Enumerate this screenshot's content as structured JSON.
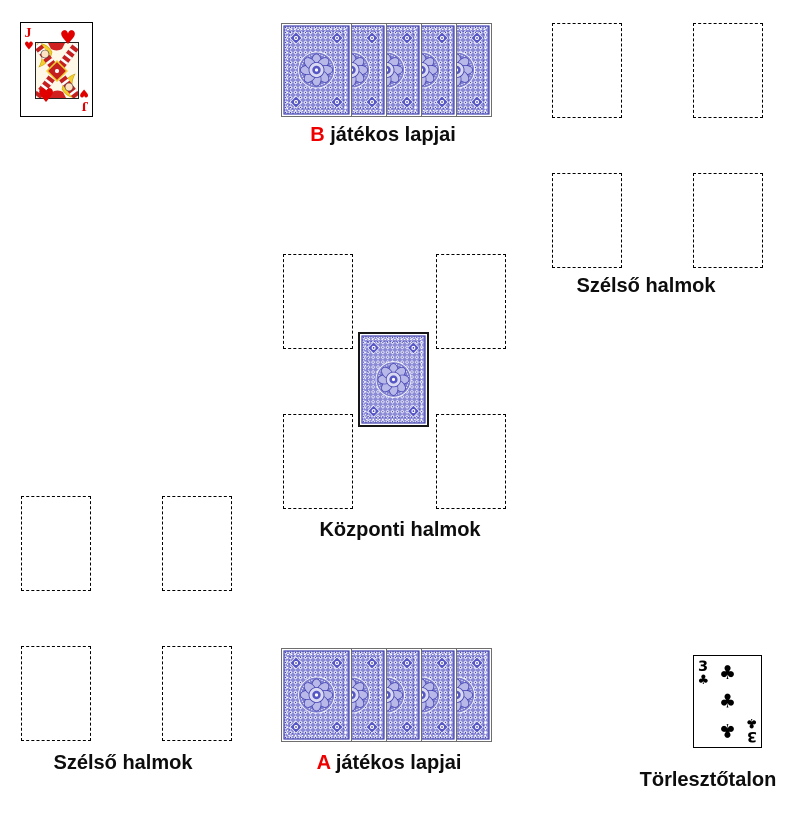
{
  "table": {
    "b_hand_label": {
      "letter": "B",
      "text": " játékos lapjai"
    },
    "a_hand_label": {
      "letter": "A",
      "text": " játékos lapjai"
    },
    "edge_piles_top_right_label": "Szélső halmok",
    "edge_piles_bottom_left_label": "Szélső halmok",
    "central_piles_label": "Központi halmok",
    "talon_label": "Törlesztőtalon"
  },
  "cards": {
    "jack_of_hearts": {
      "rank": "J",
      "suit": "♥"
    },
    "three_of_clubs": {
      "rank": "3",
      "suit": "♣"
    }
  },
  "hands": {
    "b": {
      "count": 5
    },
    "a": {
      "count": 5
    }
  },
  "piles": {
    "edge_top_right_count": 4,
    "edge_bottom_left_count": 4,
    "central_count": 4
  },
  "colors": {
    "accent_red": "#ee0000",
    "card_back_blue": "#8a8ad6",
    "card_back_dark_blue": "#4040b0",
    "label_black": "#0d0d0d"
  }
}
